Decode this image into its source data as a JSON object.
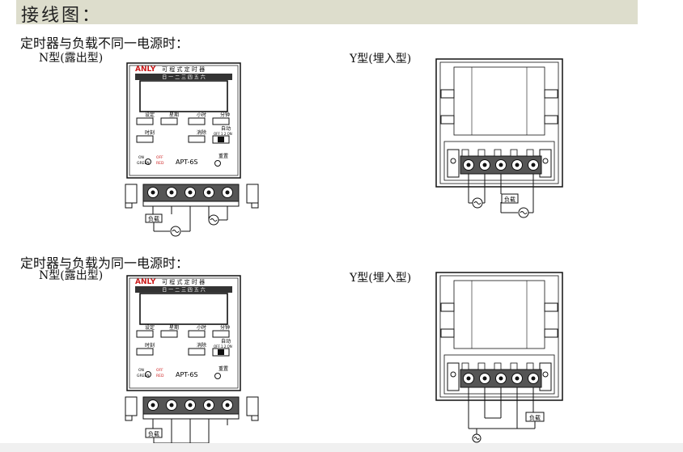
{
  "header": {
    "title": "接线图："
  },
  "section1": {
    "title": "定时器与负载不同一电源时：",
    "n_type_label": "N型(露出型)",
    "y_type_label": "Y型(埋入型)"
  },
  "section2": {
    "title": "定时器与负载为同一电源时：",
    "n_type_label": "N型(露出型)",
    "y_type_label": "Y型(埋入型)"
  },
  "device": {
    "brand": "ANLY",
    "product_title": "可 程 式 定 时 器",
    "day_strip": "日 一 二 三 四 五 六",
    "btn_set": "设定",
    "btn_week": "星期",
    "btn_hour": "小时",
    "btn_minute": "分钟",
    "btn_clock": "时刻",
    "btn_clear": "消除",
    "auto_label": "自动",
    "switch_positions": "OFF 1 2 ON",
    "on_label": "ON",
    "green_label": "GREEN",
    "off_label": "OFF",
    "red_label": "RED",
    "model": "APT-6S",
    "reset_label": "重置"
  },
  "load_label": "负载",
  "colors": {
    "brand_red": "#cc1a1a",
    "title_bar": "#ddddcc"
  }
}
